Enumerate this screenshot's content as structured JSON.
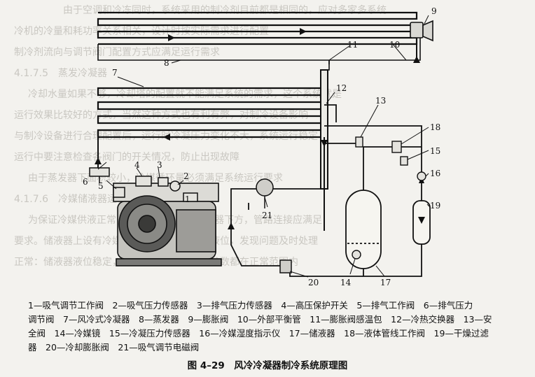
{
  "labels": {
    "l1": "1",
    "l2": "2",
    "l3": "3",
    "l4": "4",
    "l5": "5",
    "l6": "6",
    "l7": "7",
    "l8": "8",
    "l9": "9",
    "l10": "10",
    "l11": "11",
    "l12": "12",
    "l13": "13",
    "l14": "14",
    "l15": "15",
    "l16": "16",
    "l17": "17",
    "l18": "18",
    "l19": "19",
    "l20": "20",
    "l21": "21"
  },
  "legend": {
    "row1": "1—吸气调节工作阀　2—吸气压力传感器　3—排气压力传感器　4—高压保护开关　5—排气工作阀　6—排气压力",
    "row2": "调节阀　7—风冷式冷凝器　8—蒸发器　9—膨胀阀　10—外部平衡管　11—膨胀阀感温包　12—冷热交换器　13—安",
    "row3": "全阀　14—冷媒镜　15—冷凝压力传感器　16—冷媒湿度指示仪　17—储液器　18—液体管线工作阀　19—干燥过滤",
    "row4": "器　20—冷却膨胀阀　21—吸气调节电磁阀"
  },
  "caption": "图 4–29　风冷冷凝器制冷系统原理图",
  "background_text": {
    "line1": "由于空调和冷冻同时，系统采用的制冷剂目前都是相同的，应对多家多系统",
    "line2": "冷机的冷量和耗功率关系相关，设计时按实际需求进行配置",
    "line3": "制冷剂流向与调节阀门配置方式应满足运行需求",
    "line4": "4.1.7.5　蒸发冷凝器",
    "line5": "冷却水量如果不够，冷却塔的配置就不能满足系统的需求，这个系统就是",
    "line6": "运行效果比较好的方式，当然这种方式也有利有弊，对制冷设备影响",
    "line7": "与制冷设备进行合理配置后，运行时冷凝压力变化不大，系统运行稳定",
    "line8": "运行中要注意检查各阀门的开关情况，防止出现故障",
    "line9": "由于蒸发器下面积较小，冷媒循环量必须满足系统运行要求",
    "line10": "4.1.7.6　冷媒储液器运行",
    "line11": "为保证冷媒供液正常，储液器应设置在冷凝器下方，管路连接应满足",
    "line12": "要求。储液器上设有冷媒镜，可随时观察冷媒液位，发现问题及时处理",
    "line13": "正常：储液器液位稳定，系统运行平稳，各项参数都在正常范围内"
  }
}
